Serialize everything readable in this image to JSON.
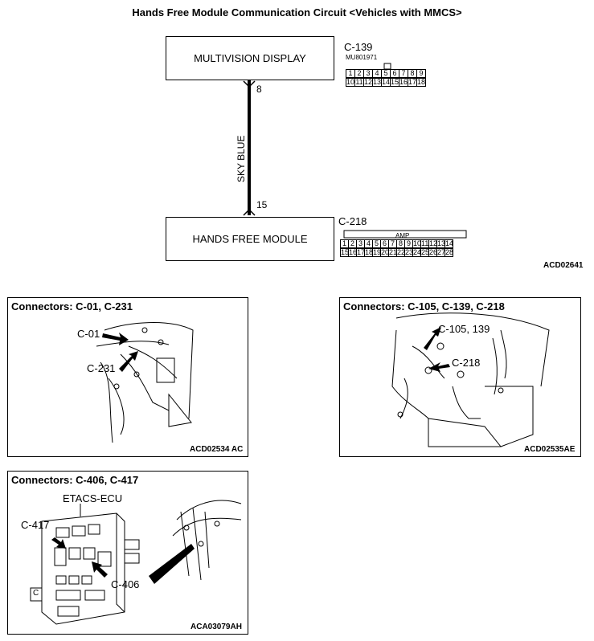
{
  "title": "Hands Free Module Communication Circuit <Vehicles with MMCS>",
  "multivision": {
    "label": "MULTIVISION DISPLAY",
    "connector": "C-139",
    "part": "MU801971",
    "row1": [
      "1",
      "2",
      "3",
      "4",
      "5",
      "6",
      "7",
      "8",
      "9"
    ],
    "row2": [
      "10",
      "11",
      "12",
      "13",
      "14",
      "15",
      "16",
      "17",
      "18"
    ]
  },
  "hfm": {
    "label": "HANDS FREE MODULE",
    "connector": "C-218",
    "amp": "AMP",
    "row1": [
      "1",
      "2",
      "3",
      "4",
      "5",
      "6",
      "7",
      "8",
      "9",
      "10",
      "11",
      "12",
      "13",
      "14"
    ],
    "row2": [
      "15",
      "16",
      "17",
      "18",
      "19",
      "20",
      "21",
      "22",
      "23",
      "24",
      "25",
      "26",
      "27",
      "28"
    ]
  },
  "wire": {
    "color": "SKY BLUE",
    "pin_top": "8",
    "pin_bottom": "15"
  },
  "main_code": "ACD02641",
  "panel1": {
    "title": "Connectors: C-01, C-231",
    "a": "C-01",
    "b": "C-231",
    "code": "ACD02534 AC"
  },
  "panel2": {
    "title": "Connectors: C-105, C-139, C-218",
    "a": "C-105, 139",
    "b": "C-218",
    "code": "ACD02535AE"
  },
  "panel3": {
    "title": "Connectors: C-406, C-417",
    "ecu": "ETACS-ECU",
    "a": "C-417",
    "b": "C-406",
    "c": "C",
    "code": "ACA03079AH"
  }
}
